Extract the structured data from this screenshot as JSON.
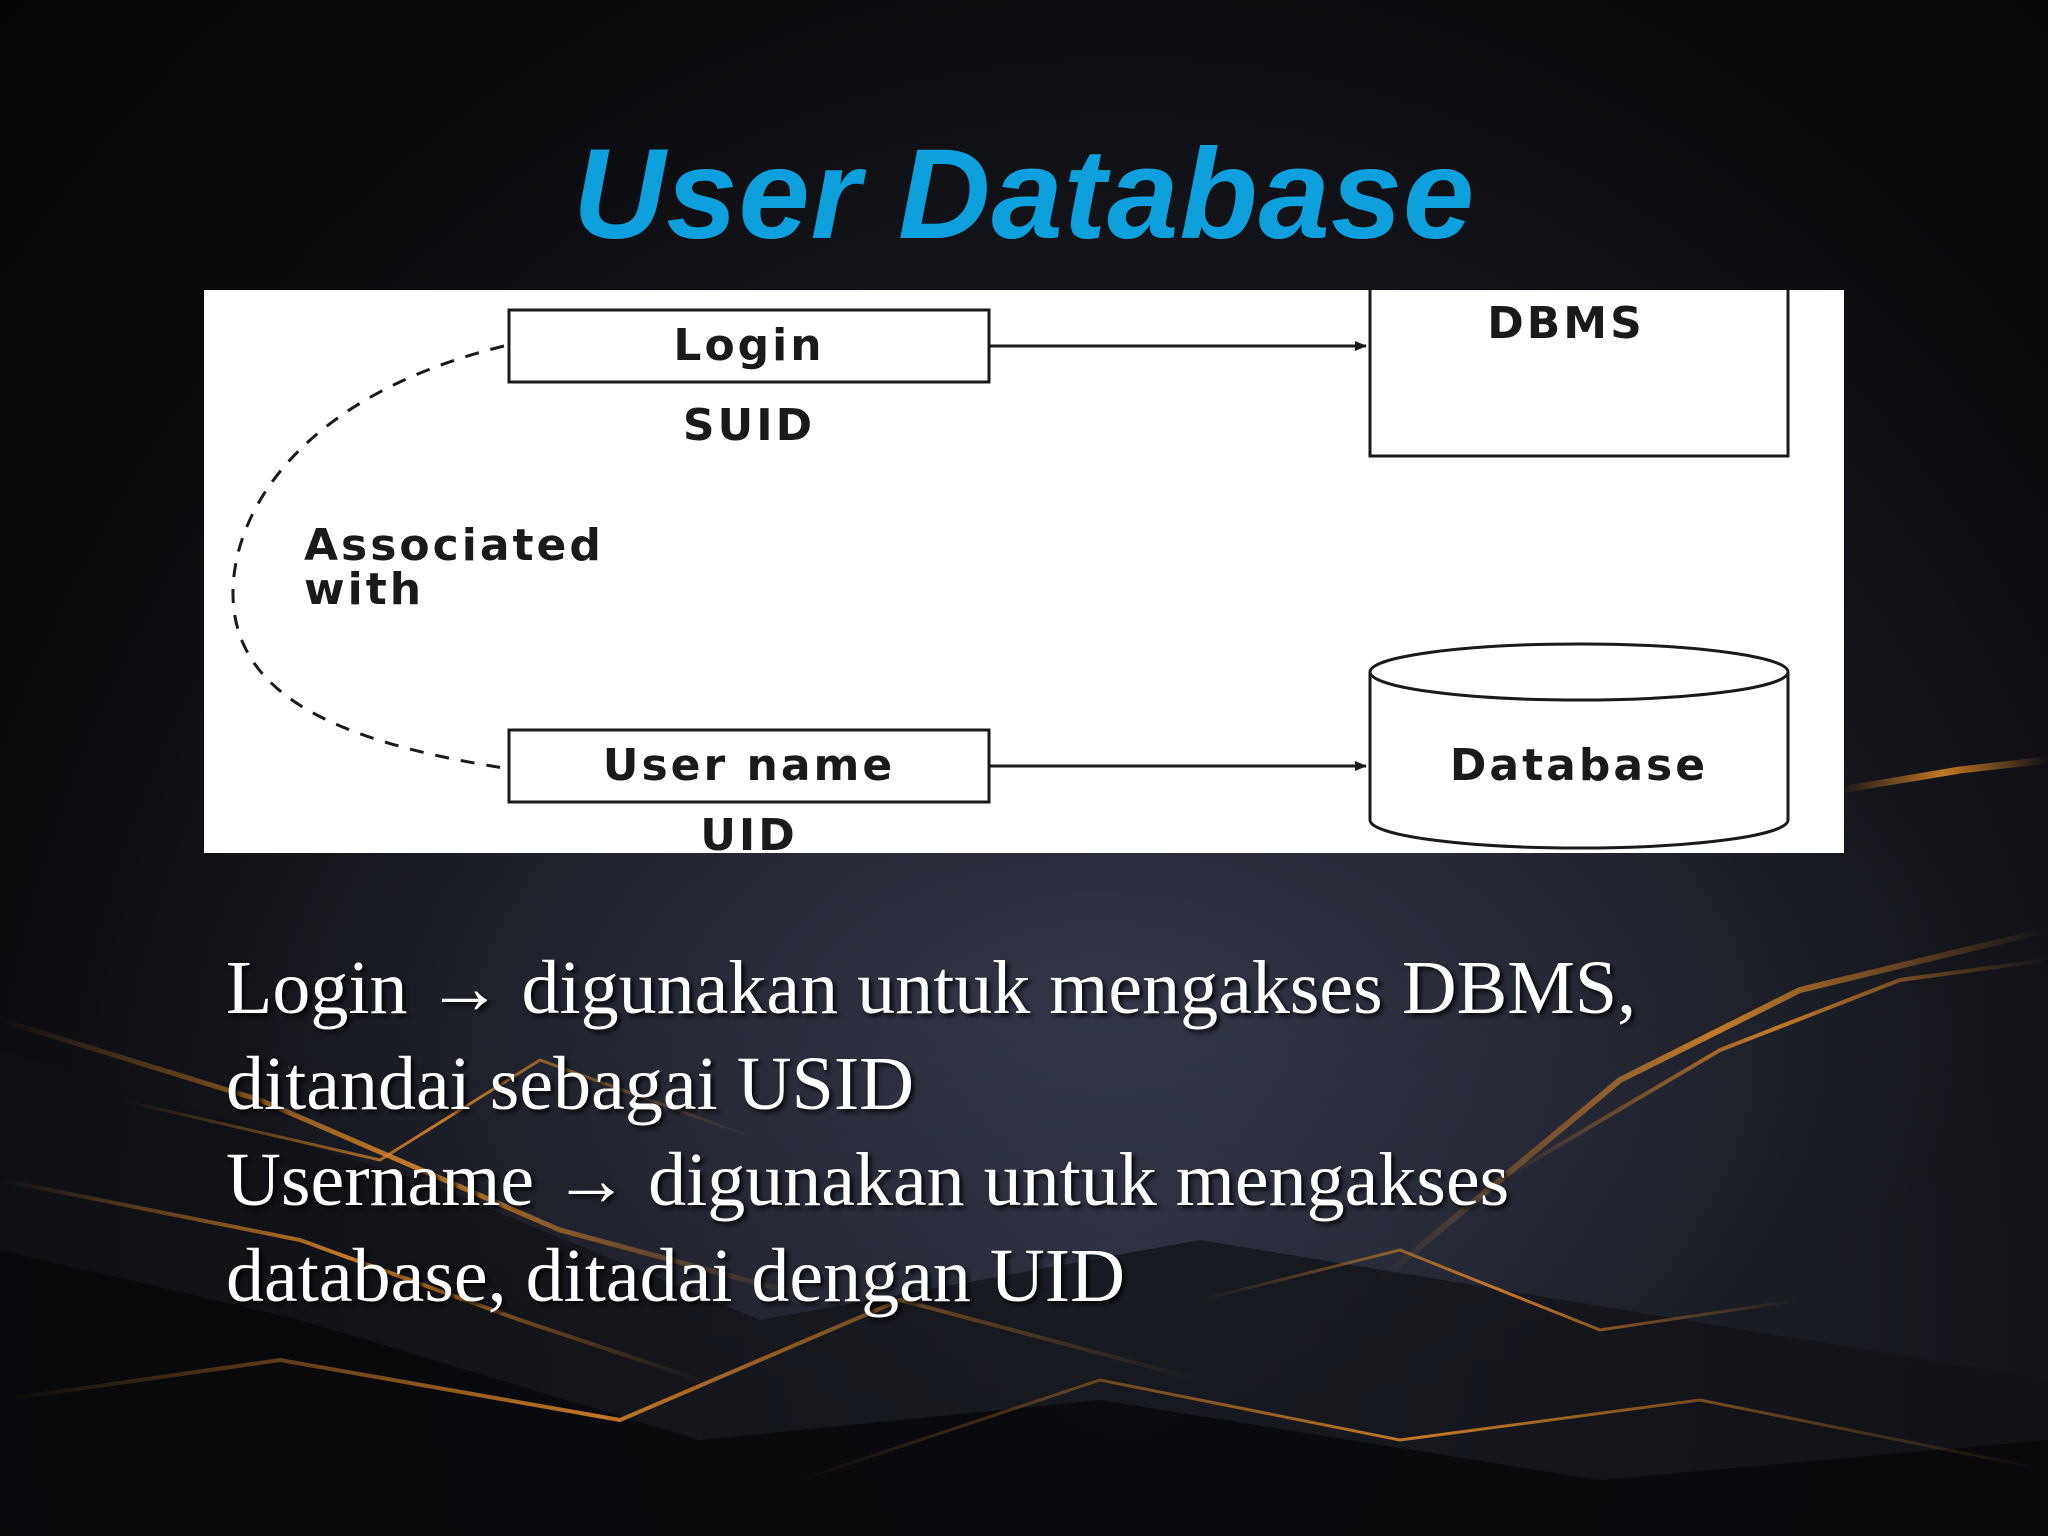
{
  "slide": {
    "title": "User Database",
    "accent_color": "#0ea0dc",
    "background_accent_color": "#e08a2a"
  },
  "diagram": {
    "nodes": {
      "login": {
        "label": "Login",
        "sublabel": "SUID"
      },
      "dbms": {
        "label": "DBMS"
      },
      "username": {
        "label": "User name",
        "sublabel": "UID"
      },
      "database": {
        "label": "Database"
      }
    },
    "association": {
      "line1": "Associated",
      "line2": "with"
    }
  },
  "body": {
    "line1_prefix": "Login",
    "line1_arrow": "→",
    "line1_suffix": "digunakan untuk mengakses DBMS,",
    "line2": "ditandai sebagai USID",
    "line3_prefix": "Username",
    "line3_arrow": "→",
    "line3_suffix": "digunakan untuk mengakses",
    "line4": "database, ditadai dengan UID"
  }
}
